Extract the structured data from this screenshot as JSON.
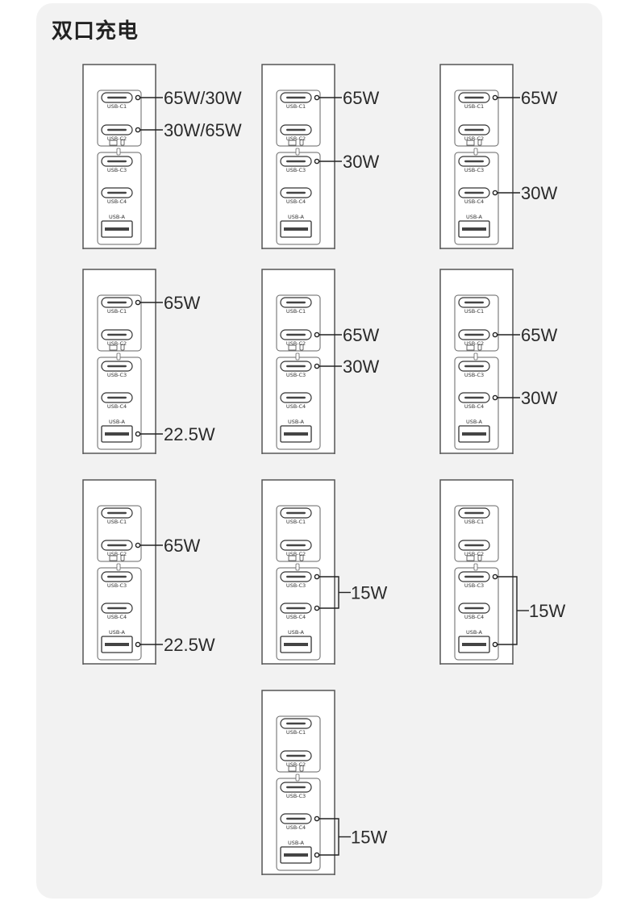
{
  "title": "双口充电",
  "port_labels": [
    "USB-C1",
    "USB-C2",
    "USB-C3",
    "USB-C4",
    "USB-A"
  ],
  "configurations": [
    {
      "active": [
        "C1",
        "C2"
      ],
      "labels": [
        {
          "text": "65W/30W",
          "ports": [
            "C1"
          ]
        },
        {
          "text": "30W/65W",
          "ports": [
            "C2"
          ]
        }
      ]
    },
    {
      "active": [
        "C1",
        "C3"
      ],
      "labels": [
        {
          "text": "65W",
          "ports": [
            "C1"
          ]
        },
        {
          "text": "30W",
          "ports": [
            "C3"
          ]
        }
      ]
    },
    {
      "active": [
        "C1",
        "C4"
      ],
      "labels": [
        {
          "text": "65W",
          "ports": [
            "C1"
          ]
        },
        {
          "text": "30W",
          "ports": [
            "C4"
          ]
        }
      ]
    },
    {
      "active": [
        "C1",
        "A"
      ],
      "labels": [
        {
          "text": "65W",
          "ports": [
            "C1"
          ]
        },
        {
          "text": "22.5W",
          "ports": [
            "A"
          ]
        }
      ]
    },
    {
      "active": [
        "C2",
        "C3"
      ],
      "labels": [
        {
          "text": "65W",
          "ports": [
            "C2"
          ]
        },
        {
          "text": "30W",
          "ports": [
            "C3"
          ]
        }
      ]
    },
    {
      "active": [
        "C2",
        "C4"
      ],
      "labels": [
        {
          "text": "65W",
          "ports": [
            "C2"
          ]
        },
        {
          "text": "30W",
          "ports": [
            "C4"
          ]
        }
      ]
    },
    {
      "active": [
        "C2",
        "A"
      ],
      "labels": [
        {
          "text": "65W",
          "ports": [
            "C2"
          ]
        },
        {
          "text": "22.5W",
          "ports": [
            "A"
          ]
        }
      ]
    },
    {
      "active": [
        "C3",
        "C4"
      ],
      "labels": [
        {
          "text": "15W",
          "ports": [
            "C3",
            "C4"
          ]
        }
      ]
    },
    {
      "active": [
        "C3",
        "A"
      ],
      "labels": [
        {
          "text": "15W",
          "ports": [
            "C3",
            "A"
          ]
        }
      ]
    },
    {
      "active": [
        "C4",
        "A"
      ],
      "labels": [
        {
          "text": "15W",
          "ports": [
            "C4",
            "A"
          ]
        }
      ]
    }
  ]
}
